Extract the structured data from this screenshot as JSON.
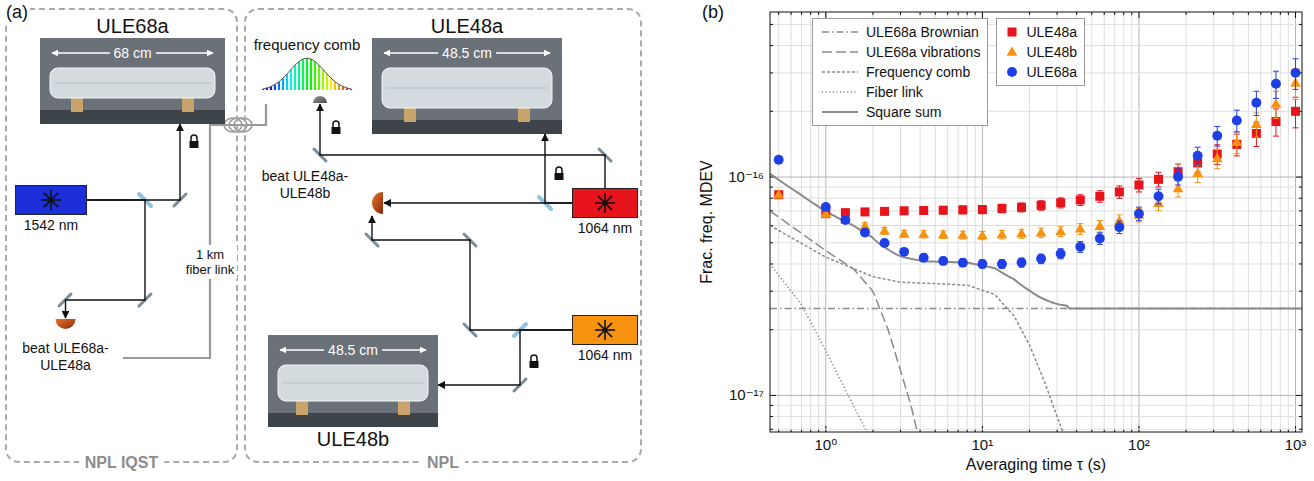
{
  "diagram": {
    "nodes": [
      {
        "text": [
          "NPL IQST"
        ]
      },
      {
        "text": [
          "ULE68a",
          "68 cm"
        ],
        "in": 0
      },
      {
        "text": [
          "1542 nm"
        ],
        "in": 0
      },
      {
        "text": [
          "beat ULE68a-ULE48a"
        ],
        "in": 0
      },
      {
        "text": [
          "NPL"
        ]
      },
      {
        "text": [
          "frequency comb"
        ],
        "in": 4
      },
      {
        "text": [
          "ULE48a",
          "48.5 cm"
        ],
        "in": 4
      },
      {
        "text": [
          "1064 nm"
        ],
        "in": 4
      },
      {
        "text": [
          "beat ULE48a-ULE48b"
        ],
        "in": 4
      },
      {
        "text": [
          "ULE48b",
          "48.5 cm"
        ],
        "in": 4
      },
      {
        "text": [
          "1064 nm"
        ],
        "in": 4
      }
    ],
    "edges": [
      {
        "from": 2,
        "to": 1,
        "arrow": "to"
      },
      {
        "from": 2,
        "to": 3,
        "arrow": "to"
      },
      {
        "from": 5,
        "to": 3,
        "label": "1 km fiber link",
        "arrow": "none"
      },
      {
        "from": 7,
        "to": 6,
        "arrow": "to"
      },
      {
        "from": 7,
        "to": 8,
        "arrow": "to"
      },
      {
        "from": 7,
        "to": 5,
        "arrow": "to"
      },
      {
        "from": 10,
        "to": 9,
        "arrow": "to"
      },
      {
        "from": 10,
        "to": 8,
        "arrow": "to"
      }
    ],
    "labels": [
      "(a)",
      "(b)",
      "10⁻¹⁶",
      "10⁻¹⁷",
      "10⁰",
      "10¹",
      "10²",
      "10³",
      "Frac. freq. MDEV",
      "Averaging time τ (s)"
    ],
    "legend": [
      {
        "text": "ULE68a Brownian"
      },
      {
        "text": "ULE68a vibrations"
      },
      {
        "text": "Frequency comb"
      },
      {
        "text": "Fiber link"
      },
      {
        "text": "Square sum"
      },
      {
        "text": "ULE48a",
        "color": "#e8141b"
      },
      {
        "text": "ULE48b",
        "color": "#f7930f"
      },
      {
        "text": "ULE68a",
        "color": "#1f3fe6"
      }
    ]
  }
}
